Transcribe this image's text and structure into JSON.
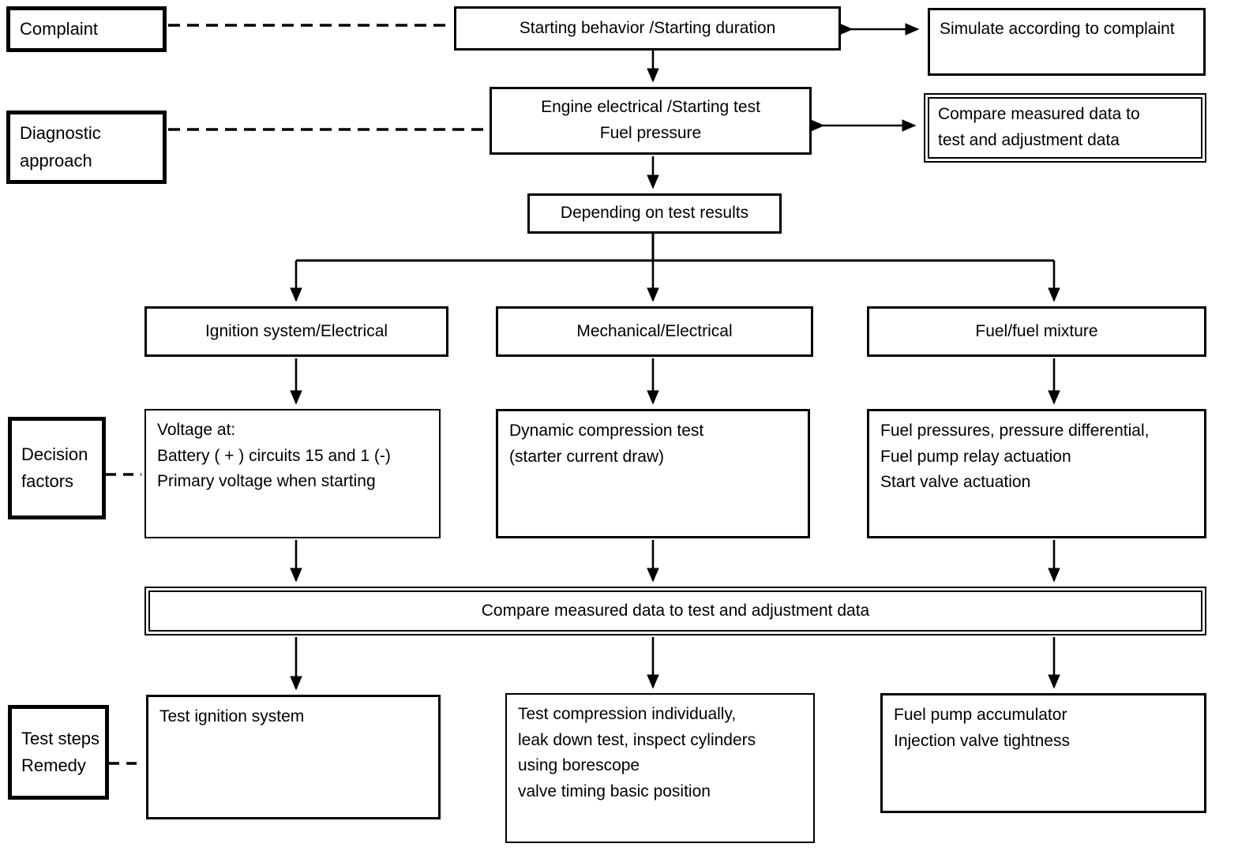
{
  "flowchart": {
    "title_semantic": "Engine starting diagnosis flowchart",
    "colors": {
      "ink": "#000000",
      "background": "#ffffff"
    },
    "stage_labels": {
      "complaint": "Complaint",
      "diagnostic_approach": "Diagnostic\napproach",
      "decision_factors": "Decision\nfactors",
      "test_steps": "Test steps\nRemedy"
    },
    "nodes": {
      "starting_behavior": "Starting behavior /Starting duration",
      "simulate": "Simulate according to complaint",
      "engine_electrical": "Engine electrical /Starting test\nFuel pressure",
      "compare_top": "Compare measured data to\ntest and adjustment data",
      "depending": "Depending on test results",
      "branch_ignition": "Ignition system/Electrical",
      "branch_mechanical": "Mechanical/Electrical",
      "branch_fuel": "Fuel/fuel mixture",
      "decision_ignition": "Voltage at:\nBattery ( + ) circuits 15 and 1 (-)\nPrimary voltage when starting",
      "decision_mechanical": "Dynamic compression test\n(starter current draw)",
      "decision_fuel": "Fuel pressures, pressure differential,\nFuel pump relay actuation\nStart valve actuation",
      "compare_wide": "Compare measured data to test and adjustment data",
      "remedy_ignition": "Test ignition system",
      "remedy_mechanical": "Test compression individually,\nleak down test, inspect cylinders\nusing borescope\nvalve timing basic position",
      "remedy_fuel": "Fuel pump accumulator\nInjection valve tightness"
    }
  }
}
